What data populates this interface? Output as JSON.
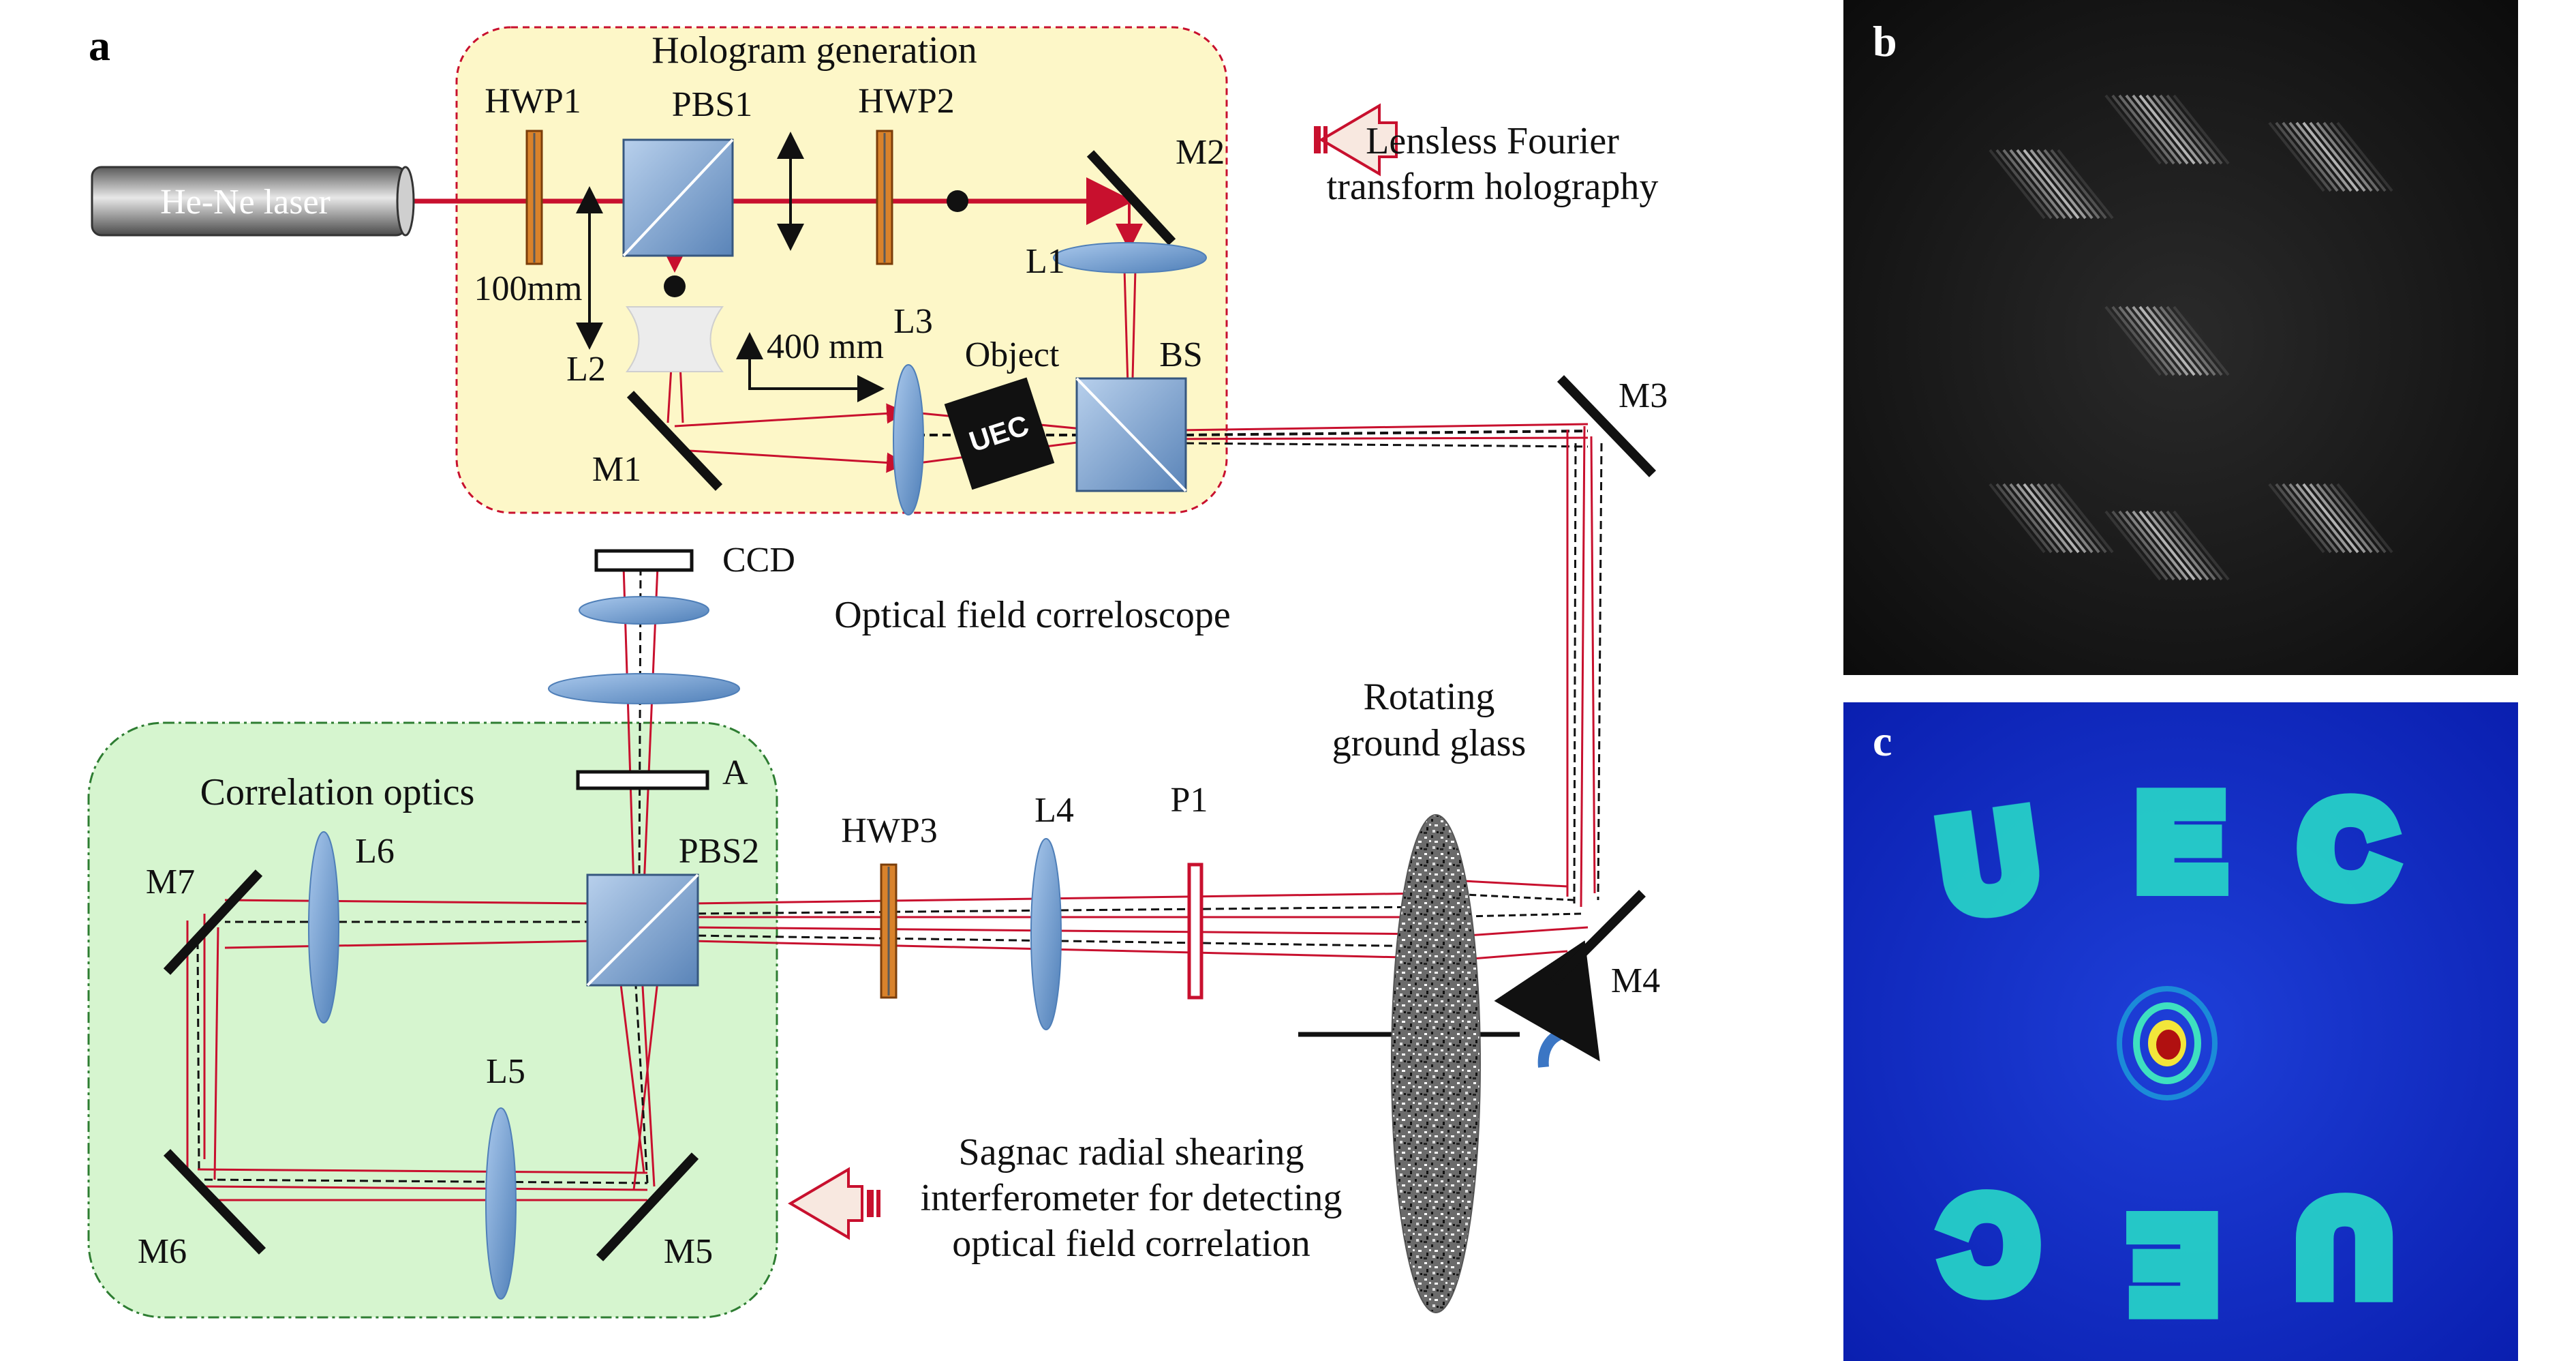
{
  "panels": {
    "a": "a",
    "b": "b",
    "c": "c"
  },
  "sections": {
    "hologram": "Hologram generation",
    "correlation": "Correlation optics",
    "correloscope": "Optical field correloscope"
  },
  "notes": {
    "lensless_1": "Lensless Fourier",
    "lensless_2": "transform holography",
    "sagnac_1": "Sagnac radial shearing",
    "sagnac_2": "interferometer for detecting",
    "sagnac_3": "optical field correlation",
    "rotating_1": "Rotating",
    "rotating_2": "ground glass"
  },
  "components": {
    "laser": "He-Ne laser",
    "hwp1": "HWP1",
    "hwp2": "HWP2",
    "hwp3": "HWP3",
    "pbs1": "PBS1",
    "pbs2": "PBS2",
    "m1": "M1",
    "m2": "M2",
    "m3": "M3",
    "m4": "M4",
    "m5": "M5",
    "m6": "M6",
    "m7": "M7",
    "l1": "L1",
    "l2": "L2",
    "l3": "L3",
    "l4": "L4",
    "l5": "L5",
    "l6": "L6",
    "bs": "BS",
    "object": "Object",
    "uec": "UEC",
    "ccd": "CCD",
    "a": "A",
    "p1": "P1"
  },
  "dimensions": {
    "d100": "100mm",
    "d400": "400 mm"
  },
  "colors": {
    "beam": "#c8102e",
    "hologram_bg": "#fdf7c8",
    "correlation_bg": "#d6f5cf",
    "lens": "#7da7d8",
    "waveplate": "#d9822b"
  }
}
